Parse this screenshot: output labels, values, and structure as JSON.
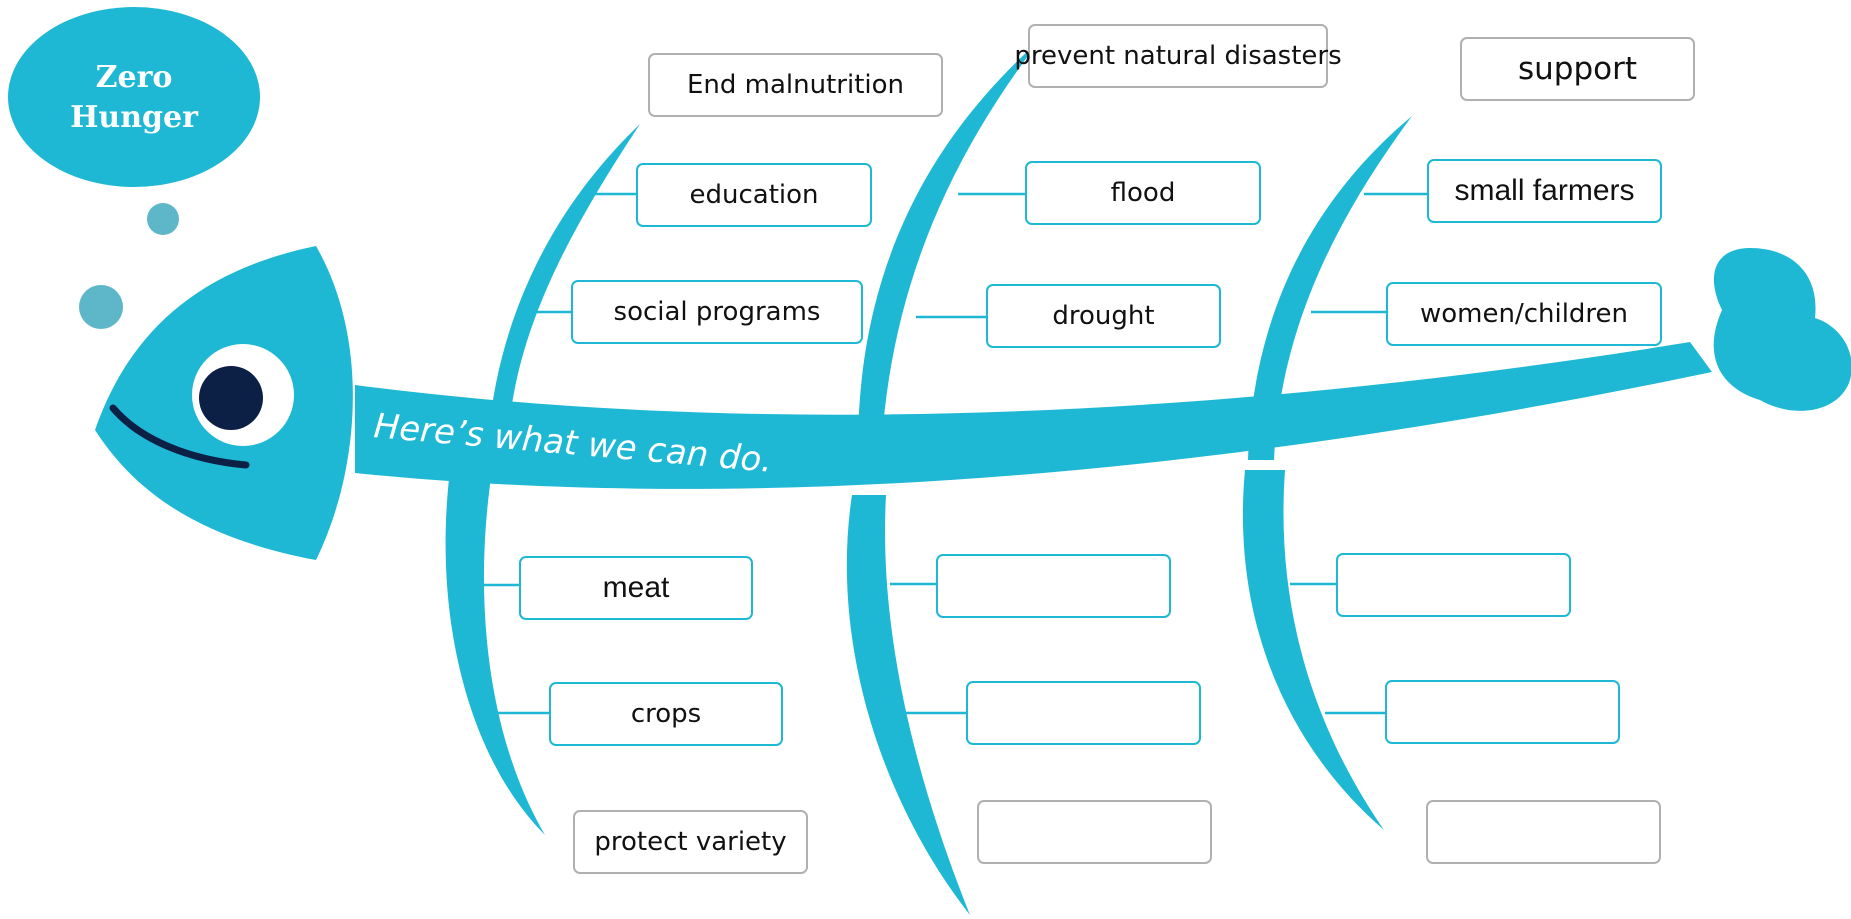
{
  "title": {
    "line1": "Zero",
    "line2": "Hunger"
  },
  "spine_text": "Here’s what we can do.",
  "colors": {
    "teal": "#1eb8d5",
    "bubble": "#5db7c9",
    "eye": "#0c1f45",
    "box_gray": "#b0b0b0"
  },
  "ribs": {
    "rib1_top": {
      "header": "End malnutrition",
      "items": [
        "education",
        "social programs"
      ]
    },
    "rib1_bottom": {
      "items": [
        "meat",
        "crops"
      ],
      "footer": "protect variety"
    },
    "rib2_top": {
      "header": "prevent natural disasters",
      "items": [
        "flood",
        "drought"
      ]
    },
    "rib2_bottom": {
      "items": [
        "",
        ""
      ],
      "footer": ""
    },
    "rib3_top": {
      "header": "support",
      "items": [
        "small farmers",
        "women/children"
      ]
    },
    "rib3_bottom": {
      "items": [
        "",
        ""
      ],
      "footer": ""
    }
  }
}
